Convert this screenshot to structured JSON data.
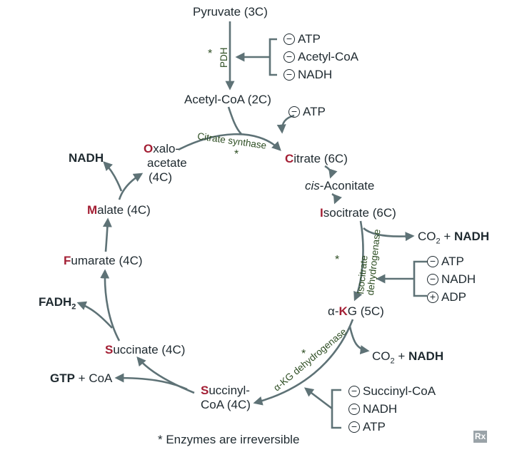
{
  "metabolites": {
    "pyruvate": "Pyruvate (3C)",
    "acetyl_coa": "Acetyl-CoA (2C)",
    "oxaloacetate_initial": "O",
    "oxaloacetate_rest": "xalo-",
    "oxaloacetate_line2": "acetate",
    "oxaloacetate_line3": "(4C)",
    "citrate_initial": "C",
    "citrate_rest": "itrate (6C)",
    "cis_aconitate_italic": "cis",
    "cis_aconitate_rest": "-Aconitate",
    "isocitrate_initial": "I",
    "isocitrate_rest": "socitrate (6C)",
    "akg_prefix": "α-",
    "akg_initial": "K",
    "akg_rest": "G (5C)",
    "succinyl_initial": "S",
    "succinyl_rest": "uccinyl-",
    "succinyl_line2": "CoA (4C)",
    "succinate_initial": "S",
    "succinate_rest": "uccinate (4C)",
    "fumarate_initial": "F",
    "fumarate_rest": "umarate (4C)",
    "malate_initial": "M",
    "malate_rest": "alate (4C)"
  },
  "enzymes": {
    "pdh": "PDH",
    "citrate_synthase": "Citrate synthase",
    "isocitrate_dh": "Isocitrate dehydrogenase",
    "akg_dh": "α-KG dehydrogenase",
    "star": "*"
  },
  "pdh_regulators": [
    {
      "sign": "−",
      "label": "ATP"
    },
    {
      "sign": "−",
      "label": "Acetyl-CoA"
    },
    {
      "sign": "−",
      "label": "NADH"
    }
  ],
  "citrate_synthase_regulator": {
    "sign": "−",
    "label": "ATP"
  },
  "isocitrate_dh_regulators": [
    {
      "sign": "−",
      "label": "ATP"
    },
    {
      "sign": "−",
      "label": "NADH"
    },
    {
      "sign": "+",
      "label": "ADP"
    }
  ],
  "akg_dh_regulators": [
    {
      "sign": "−",
      "label": "Succinyl-CoA"
    },
    {
      "sign": "−",
      "label": "NADH"
    },
    {
      "sign": "−",
      "label": "ATP"
    }
  ],
  "products": {
    "co2_isocitrate_co": "CO",
    "co2_isocitrate_sub": "2",
    "co2_isocitrate_plus": " + ",
    "nadh_isocitrate": "NADH",
    "co2_akg_co": "CO",
    "co2_akg_sub": "2",
    "co2_akg_plus": " + ",
    "nadh_akg": "NADH",
    "gtp": "GTP",
    "gtp_coa": " + CoA",
    "fadh2_base": "FADH",
    "fadh2_sub": "2",
    "nadh_malate": "NADH"
  },
  "footnote": "* Enzymes are irreversible",
  "logo": "Rx",
  "colors": {
    "arrow": "#5e7276",
    "text": "#1f2a30",
    "accent_red": "#a31f34",
    "enzyme_green": "#2d4d22"
  }
}
